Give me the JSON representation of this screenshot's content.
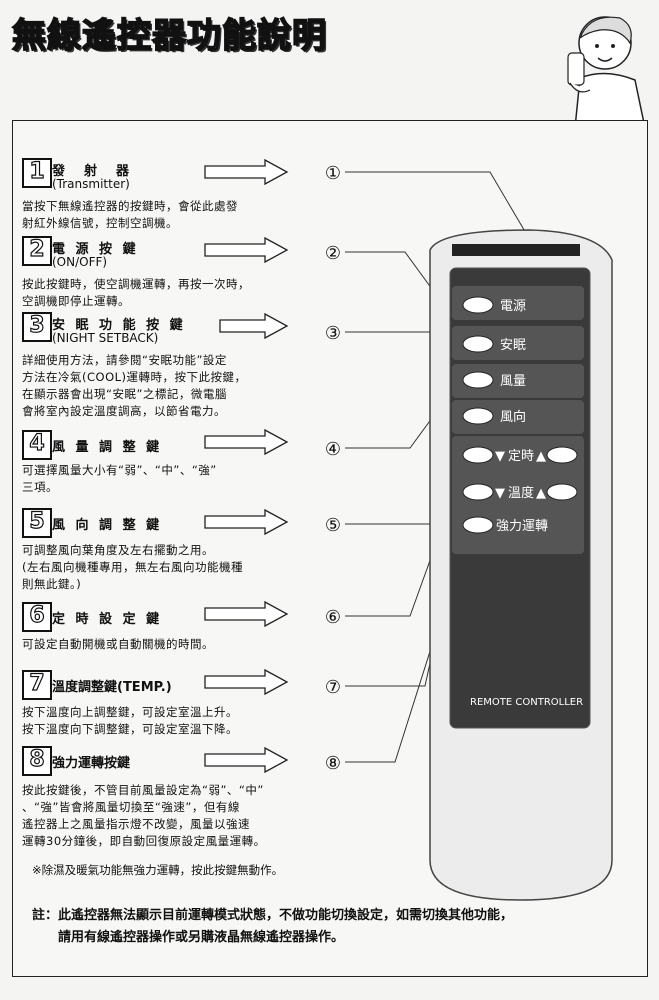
{
  "title": "無線遙控器功能說明",
  "sections": [
    {
      "num": "1",
      "label": "發　射　器",
      "sub": "(Transmitter)",
      "desc": [
        "當按下無線遙控器的按鍵時，會從此處發",
        "射紅外線信號，控制空調機。"
      ]
    },
    {
      "num": "2",
      "label": "電 源 按 鍵",
      "sub": "(ON/OFF)",
      "desc": [
        "按此按鍵時，使空調機運轉，再按一次時，",
        "空調機即停止運轉。"
      ]
    },
    {
      "num": "3",
      "label": "安 眠 功 能 按 鍵",
      "sub": "(NIGHT SETBACK)",
      "desc": [
        "詳細使用方法，請參閱“安眠功能”設定",
        "方法在冷氣(COOL)運轉時，按下此按鍵，",
        "在顯示器會出現“安眠”之標記，微電腦",
        "會將室內設定溫度調高，以節省電力。"
      ]
    },
    {
      "num": "4",
      "label": "風 量 調 整 鍵",
      "sub": "",
      "desc": [
        "可選擇風量大小有“弱”、“中”、“強”",
        "三項。"
      ]
    },
    {
      "num": "5",
      "label": "風 向 調 整 鍵",
      "sub": "",
      "desc": [
        "可調整風向葉角度及左右擺動之用。",
        "(左右風向機種專用，無左右風向功能機種",
        "則無此鍵。)"
      ]
    },
    {
      "num": "6",
      "label": "定 時 設 定 鍵",
      "sub": "",
      "desc": [
        "可設定自動開機或自動關機的時間。"
      ]
    },
    {
      "num": "7",
      "label": "溫度調整鍵(TEMP.)",
      "sub": "",
      "desc": [
        "按下溫度向上調整鍵，可設定室溫上升。",
        "按下溫度向下調整鍵，可設定室溫下降。"
      ]
    },
    {
      "num": "8",
      "label": "強力運轉按鍵",
      "sub": "",
      "desc": [
        "按此按鍵後，不管目前風量設定為“弱”、“中”",
        "、“強”皆會將風量切換至“強速”，但有線",
        "遙控器上之風量指示燈不改變，風量以強速",
        "運轉30分鐘後，即自動回復原設定風量運轉。"
      ]
    }
  ],
  "circles": [
    "①",
    "②",
    "③",
    "④",
    "⑤",
    "⑥",
    "⑦",
    "⑧"
  ],
  "remote": {
    "buttons": [
      "電源",
      "安眠",
      "風量",
      "風向"
    ],
    "timer": "定時",
    "temp": "溫度",
    "power": "強力運轉",
    "label": "REMOTE CONTROLLER"
  },
  "note_dehumid": "※除濕及暖氣功能無強力運轉，按此按鍵無動作。",
  "note": [
    "註：此遙控器無法顯示目前運轉模式狀態，不做功能切換設定，如需切換其他功能，",
    "　　請用有線遙控器操作或另購液晶無線遙控器操作。"
  ]
}
